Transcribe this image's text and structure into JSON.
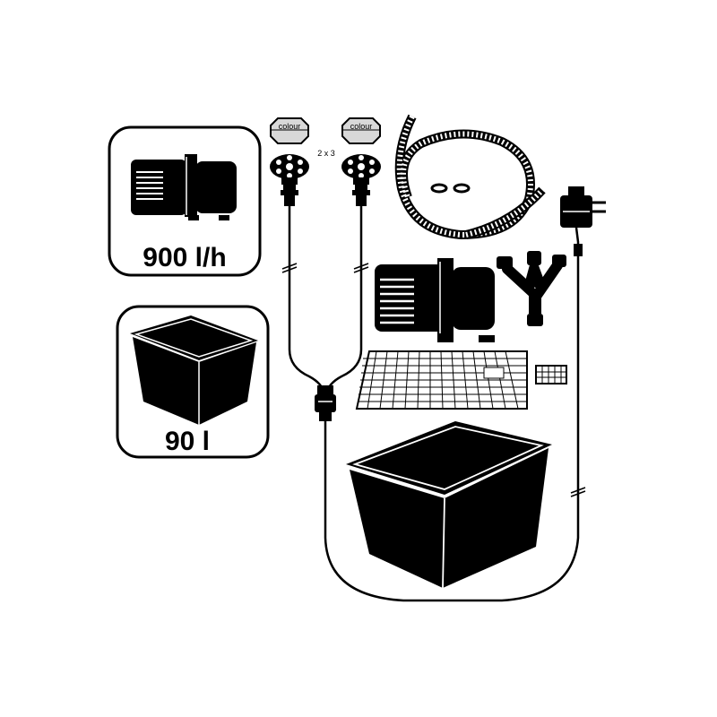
{
  "pump_card": {
    "flow_label": "900 l/h"
  },
  "basin_card": {
    "volume_label": "90 l"
  },
  "leds": {
    "colour_label_left": "colour",
    "colour_label_right": "colour",
    "quantity_label": "2 x 3"
  },
  "icons": {
    "pump": "pump-icon",
    "basin": "basin-icon",
    "led_spot": "led-spot-icon",
    "colour_filter": "colour-filter-icon",
    "hose": "hose-icon",
    "adapter": "power-adapter-icon",
    "distributor": "distributor-icon",
    "grid": "grid-cover-icon",
    "connector": "y-connector-icon"
  },
  "colors": {
    "ink": "#000000",
    "paper": "#ffffff",
    "filter_grey": "#d8d8d8"
  }
}
